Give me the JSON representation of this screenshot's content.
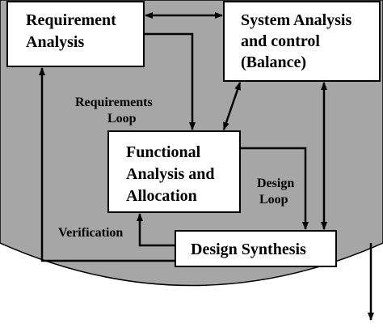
{
  "colors": {
    "background": "#ffffff",
    "region_fill": "#a6a6a6",
    "box_fill": "#ffffff",
    "stroke": "#000000"
  },
  "boxes": {
    "requirement_analysis": {
      "line1": "Requirement",
      "line2": "Analysis"
    },
    "system_analysis": {
      "line1": "System Analysis",
      "line2": "and control",
      "line3": "(Balance)"
    },
    "functional_analysis": {
      "line1": "Functional",
      "line2": "Analysis and",
      "line3": "Allocation"
    },
    "design_synthesis": {
      "line1": "Design Synthesis"
    }
  },
  "labels": {
    "requirements_loop": {
      "line1": "Requirements",
      "line2": "Loop"
    },
    "design_loop": {
      "line1": "Design",
      "line2": "Loop"
    },
    "verification": "Verification"
  }
}
